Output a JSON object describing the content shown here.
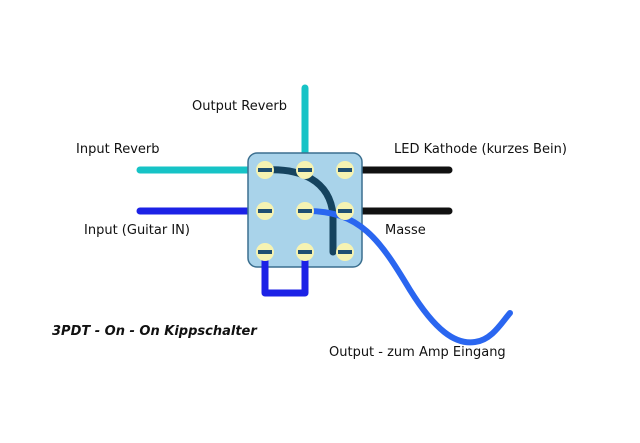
{
  "labels": {
    "output_reverb": "Output Reverb",
    "input_reverb": "Input Reverb",
    "input_guitar": "Input (Guitar IN)",
    "led_kathode": "LED Kathode (kurzes Bein)",
    "masse": "Masse",
    "output_amp": "Output - zum Amp Eingang",
    "switch_title": "3PDT - On - On Kippschalter"
  },
  "colors": {
    "switch_body": "#a9d3ea",
    "switch_border": "#3b6f8f",
    "lug_fill": "#f6f3b2",
    "lug_bar": "#1f4f72",
    "wire_teal": "#16c3c6",
    "wire_blue": "#1c22e6",
    "wire_output": "#2a66f0",
    "wire_dark": "#15435f",
    "wire_black": "#111111"
  }
}
